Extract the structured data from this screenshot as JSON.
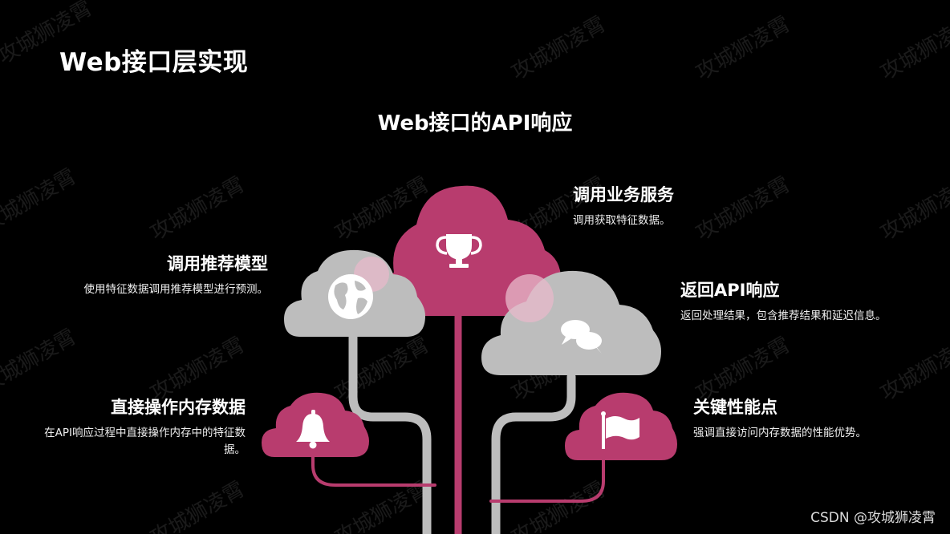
{
  "slide_title": "Web接口层实现",
  "diagram_title": "Web接口的API响应",
  "colors": {
    "magenta": "#B83C6E",
    "grey": "#BDBDBD",
    "background": "#000000"
  },
  "items": [
    {
      "heading": "调用业务服务",
      "description": "调用获取特征数据。",
      "icon": "trophy-icon"
    },
    {
      "heading": "调用推荐模型",
      "description": "使用特征数据调用推荐模型进行预测。",
      "icon": "globe-icon"
    },
    {
      "heading": "返回API响应",
      "description": "返回处理结果，包含推荐结果和延迟信息。",
      "icon": "chat-bubbles-icon"
    },
    {
      "heading": "直接操作内存数据",
      "description": "在API响应过程中直接操作内存中的特征数据。",
      "icon": "bell-icon"
    },
    {
      "heading": "关键性能点",
      "description": "强调直接访问内存数据的性能优势。",
      "icon": "flag-icon"
    }
  ],
  "watermark_text": "攻城狮凌霄",
  "credit": "CSDN @攻城狮凌霄"
}
